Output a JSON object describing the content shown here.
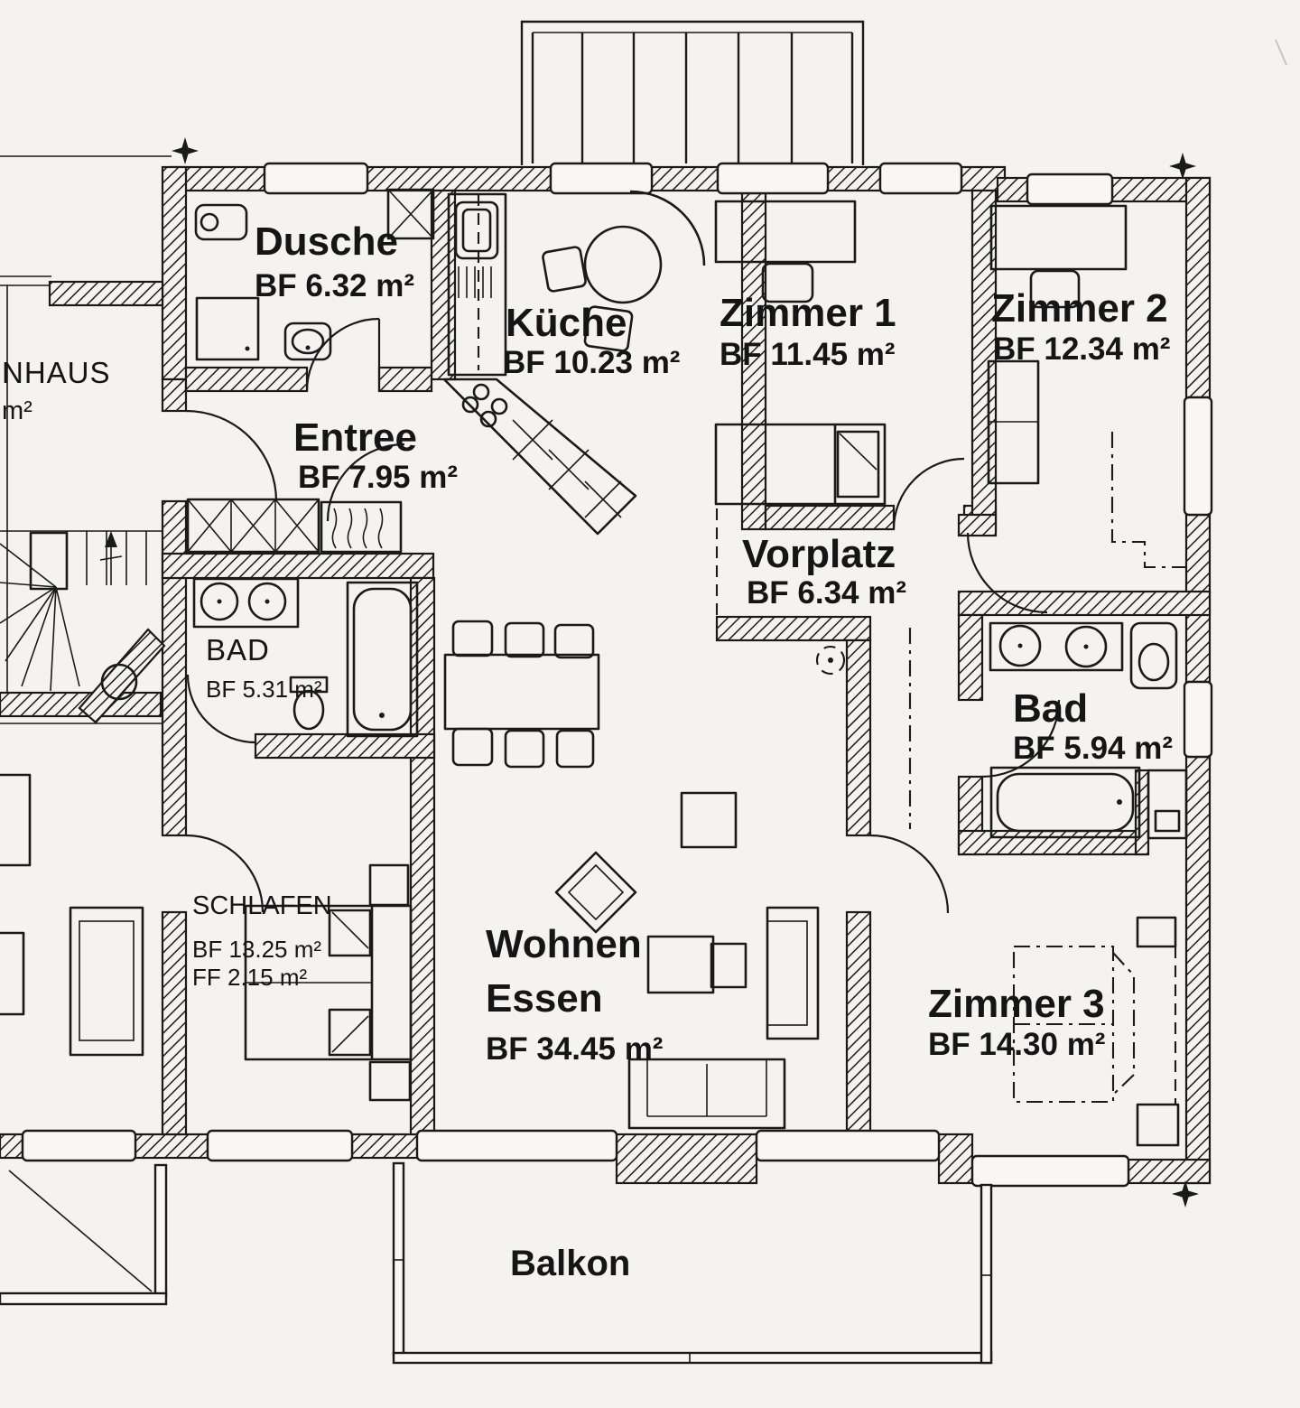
{
  "document": {
    "type": "apartment-floor-plan",
    "background": "#f4f3f0",
    "ink": "#1a1a1a"
  },
  "rooms": [
    {
      "key": "dusche",
      "name": "Dusche",
      "area": "BF 6.32 m²"
    },
    {
      "key": "kueche",
      "name": "Küche",
      "area": "BF 10.23 m²"
    },
    {
      "key": "zimmer1",
      "name": "Zimmer 1",
      "area": "BF 11.45 m²"
    },
    {
      "key": "zimmer2",
      "name": "Zimmer 2",
      "area": "BF 12.34 m²"
    },
    {
      "key": "entree",
      "name": "Entree",
      "area": "BF 7.95 m²"
    },
    {
      "key": "vorplatz",
      "name": "Vorplatz",
      "area": "BF 6.34 m²"
    },
    {
      "key": "bad",
      "name": "Bad",
      "area": "BF 5.94 m²"
    },
    {
      "key": "bad-neighbor",
      "name": "BAD",
      "area": "BF 5.31 m²"
    },
    {
      "key": "schlafen-neighbor",
      "name": "SCHLAFEN",
      "area": "BF 13.25 m²",
      "area_ff": "FF 2.15 m²"
    },
    {
      "key": "wohnen-essen",
      "name": "Wohnen",
      "name_line2": "Essen",
      "area": "BF 34.45 m²"
    },
    {
      "key": "zimmer3",
      "name": "Zimmer 3",
      "area": "BF 14.30 m²"
    },
    {
      "key": "balkon",
      "name": "Balkon"
    }
  ],
  "partial_labels": {
    "staircase_house": "NHAUS",
    "staircase_area_unit": "m²"
  }
}
